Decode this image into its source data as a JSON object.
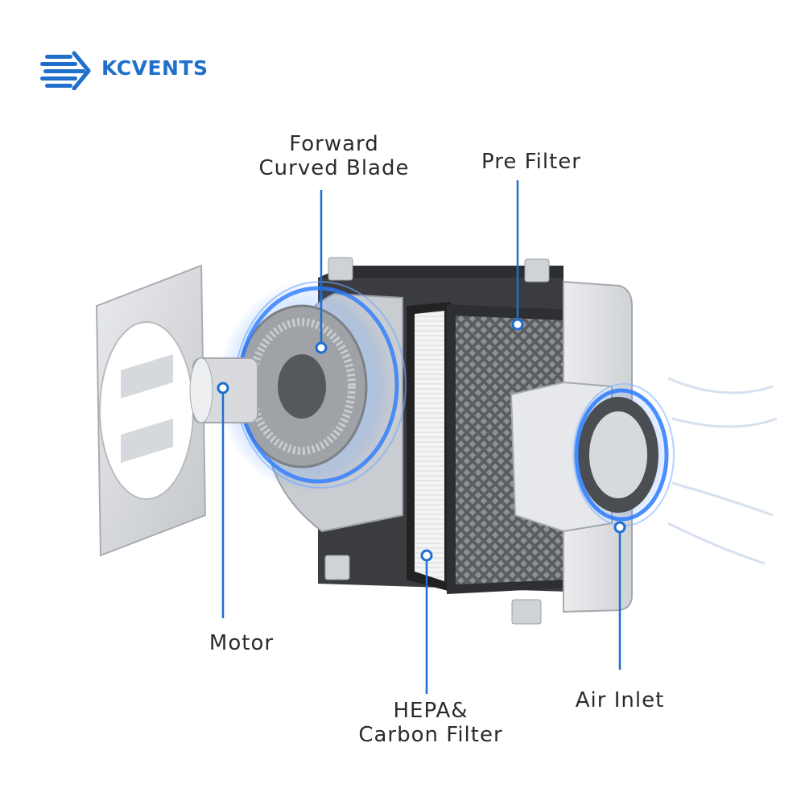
{
  "brand": {
    "name": "KCVENTS",
    "color": "#1f6fcb"
  },
  "labels": {
    "forward_curved_blade": [
      "Forward",
      "Curved Blade"
    ],
    "pre_filter": "Pre Filter",
    "motor": "Motor",
    "hepa_carbon_filter": [
      "HEPA&",
      "Carbon Filter"
    ],
    "air_inlet": "Air Inlet"
  },
  "colors": {
    "leader_line": "#1e6fd0",
    "accent_glow": "#2a7bff",
    "housing": "#d6d8db",
    "dark_housing": "#3a3c40"
  }
}
